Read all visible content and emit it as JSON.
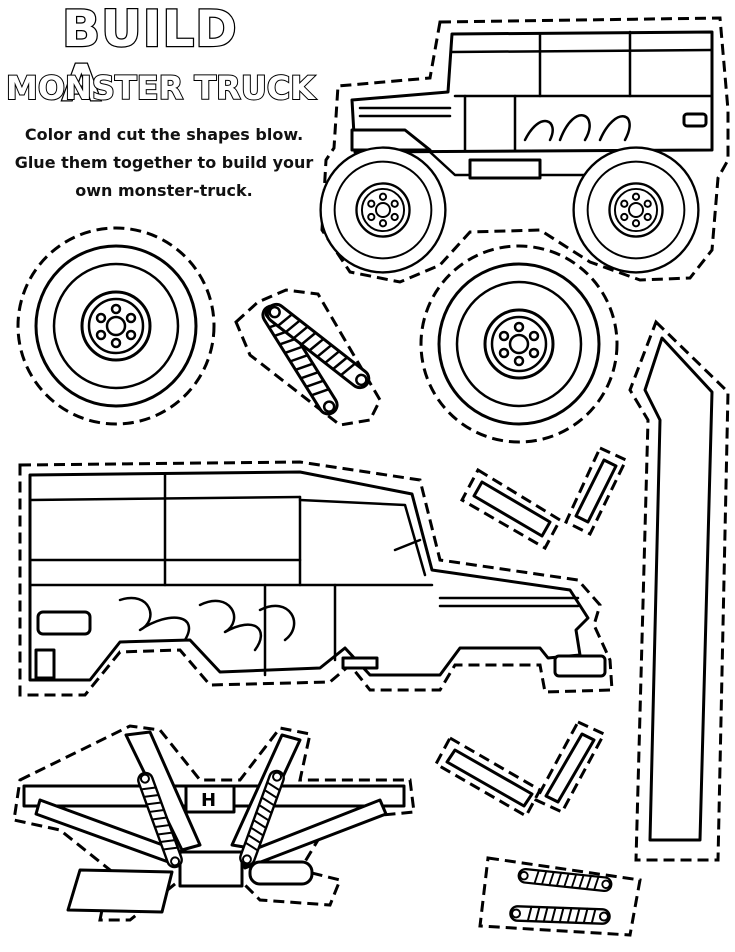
{
  "page": {
    "title_line1": "BUILD A",
    "title_line2": "MONSTER TRUCK",
    "instructions": "Color and cut the shapes blow. Glue them together to build your own monster-truck."
  },
  "icons": {
    "assembled": "monster-truck-assembled-icon",
    "wheel": "wheel-icon",
    "shock": "shock-absorber-icon",
    "body": "truck-body-icon",
    "bar": "bar-strip-icon",
    "chassis": "chassis-suspension-icon"
  }
}
